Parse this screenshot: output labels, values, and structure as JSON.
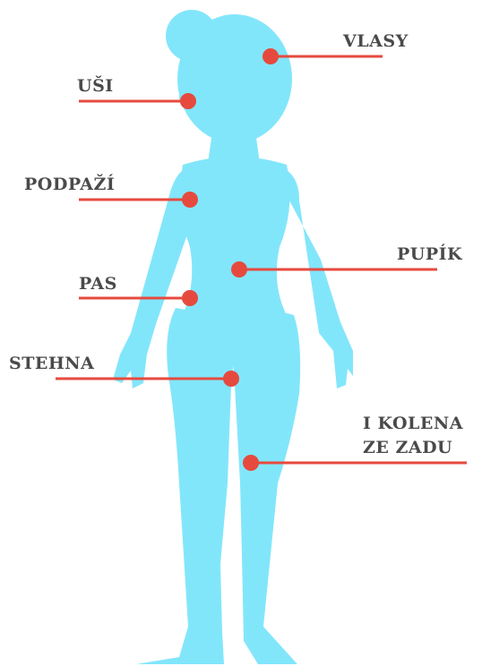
{
  "colors": {
    "body": "#82e6fb",
    "marker": "#e64a3e",
    "line": "#e64a3e",
    "text": "#4a4a4a",
    "background": "#ffffff"
  },
  "labels": {
    "vlasy": "VLASY",
    "usi": "UŠI",
    "podpazi": "PODPAŽÍ",
    "pupik": "PUPÍK",
    "pas": "PAS",
    "stehna": "STEHNA",
    "kolena_line1": "I KOLENA",
    "kolena_line2": "ZE ZADU"
  }
}
